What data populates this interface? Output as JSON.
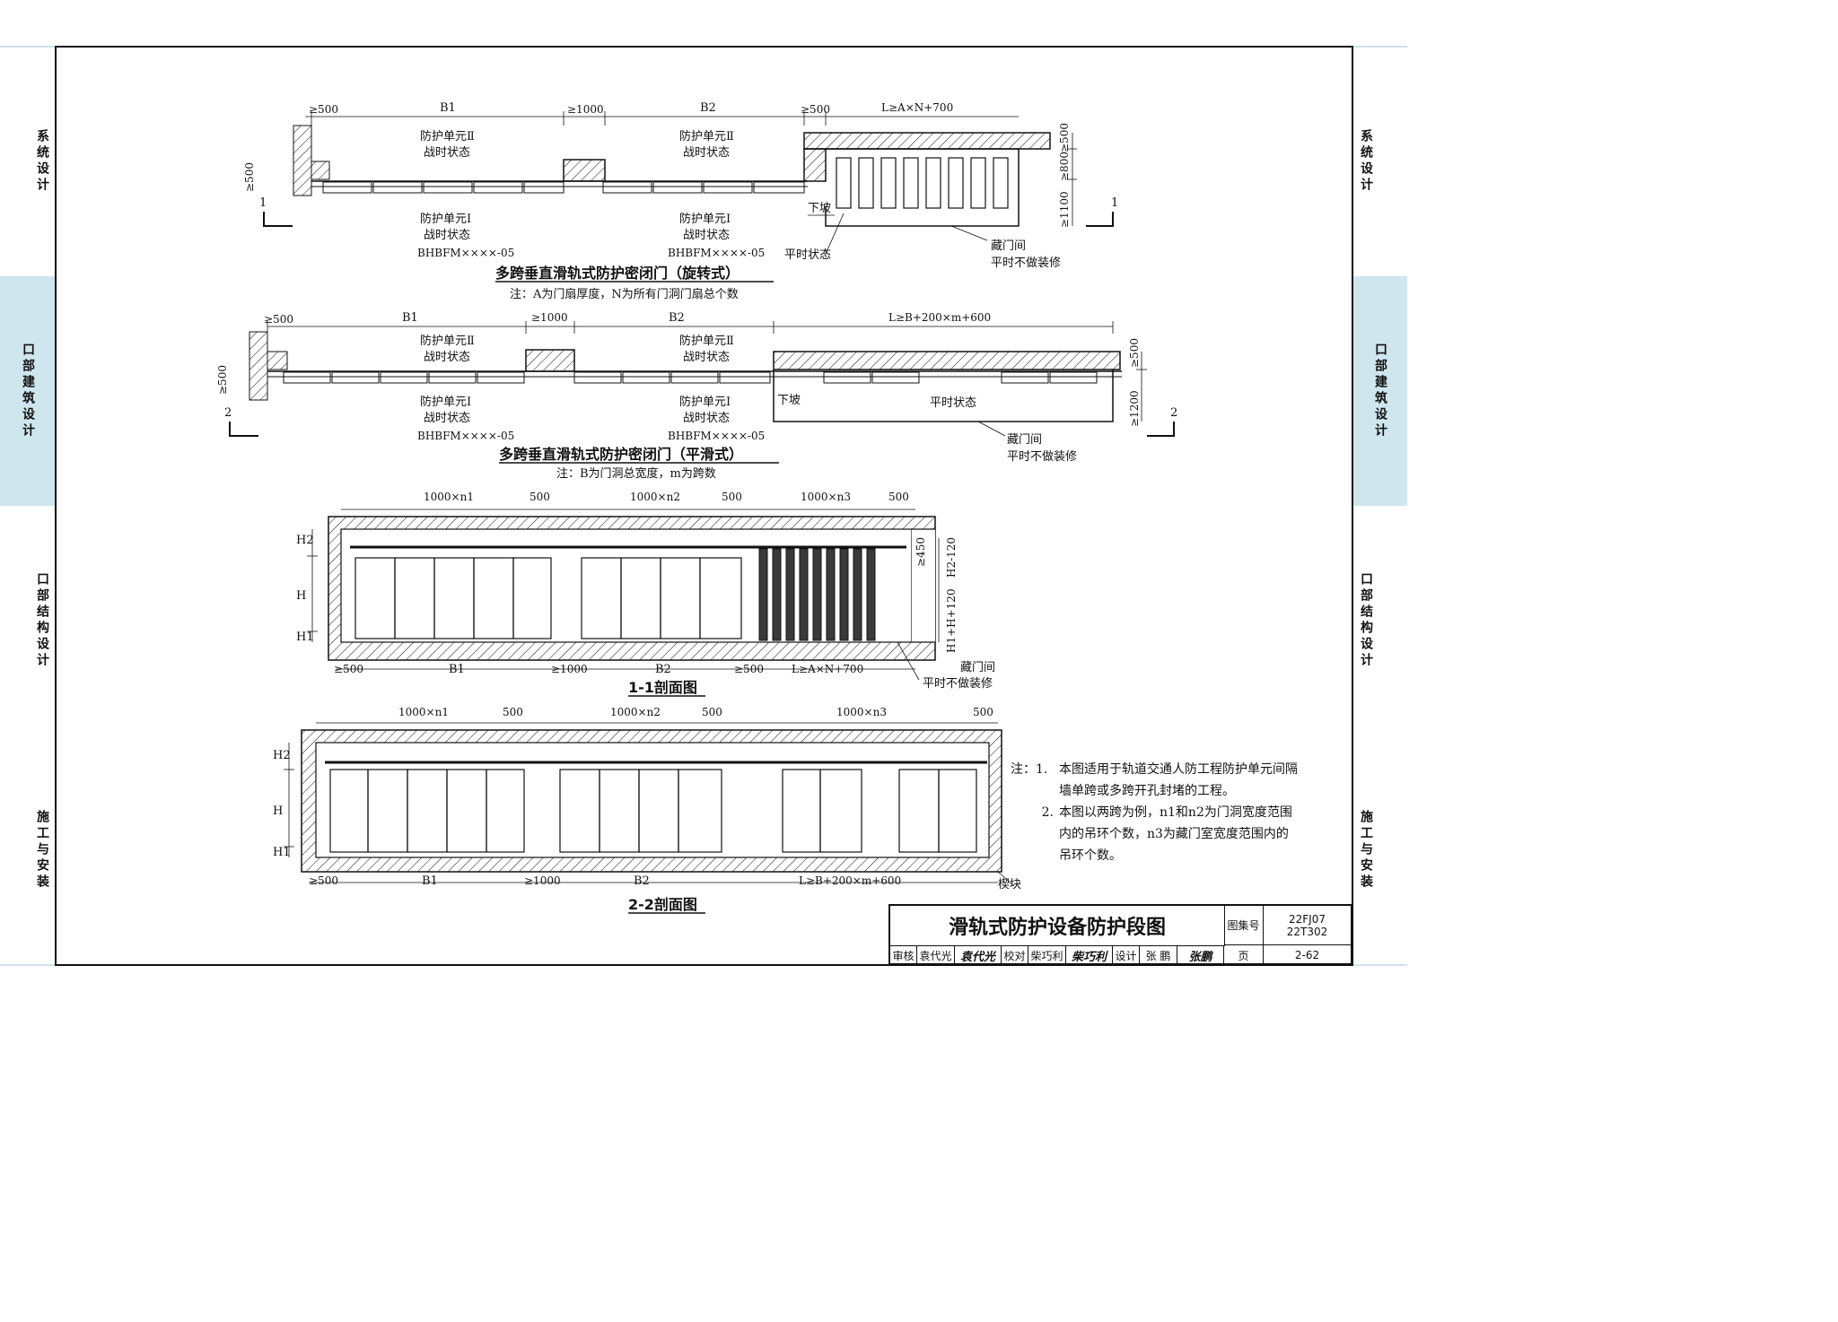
{
  "side_tabs": [
    "系统设计",
    "口部建筑设计",
    "口部结构设计",
    "施工与安装"
  ],
  "active_tab": 1,
  "plan1": {
    "dims": [
      "≥500",
      "B1",
      "≥1000",
      "B2",
      "≥500",
      "L≥A×N+700"
    ],
    "vdims": [
      "≥500",
      "≥500",
      "≥800",
      "≥1100"
    ],
    "unit2": "防护单元Ⅱ",
    "unit1": "防护单元Ⅰ",
    "war": "战时状态",
    "model": "BHBFM××××-05",
    "slope": "下坡",
    "peace": "平时状态",
    "hide_room": "藏门间",
    "no_decor": "平时不做装修",
    "cut": "1",
    "title": "多跨垂直滑轨式防护密闭门（旋转式）",
    "note": "注：A为门扇厚度，N为所有门洞门扇总个数"
  },
  "plan2": {
    "dims": [
      "≥500",
      "B1",
      "≥1000",
      "B2",
      "L≥B+200×m+600"
    ],
    "vdims": [
      "≥500",
      "≥500",
      "≥1200"
    ],
    "unit2": "防护单元Ⅱ",
    "unit1": "防护单元Ⅰ",
    "war": "战时状态",
    "model": "BHBFM××××-05",
    "slope": "下坡",
    "peace": "平时状态",
    "hide_room": "藏门间",
    "no_decor": "平时不做装修",
    "cut": "2",
    "title": "多跨垂直滑轨式防护密闭门（平滑式）",
    "note": "注：B为门洞总宽度，m为跨数"
  },
  "section1": {
    "top_dims": [
      "1000×n1",
      "500",
      "1000×n2",
      "500",
      "1000×n3",
      "500"
    ],
    "left_dims": [
      "H2",
      "H",
      "H1"
    ],
    "right_dims": [
      "≥450",
      "H2-120",
      "H1+H+120"
    ],
    "bottom_dims": [
      "≥500",
      "B1",
      "≥1000",
      "B2",
      "≥500",
      "L≥A×N+700"
    ],
    "hide_room": "藏门间",
    "no_decor": "平时不做装修",
    "title": "1-1剖面图"
  },
  "section2": {
    "top_dims": [
      "1000×n1",
      "500",
      "1000×n2",
      "500",
      "1000×n3",
      "500"
    ],
    "left_dims": [
      "H2",
      "H",
      "H1"
    ],
    "bottom_dims": [
      "≥500",
      "B1",
      "≥1000",
      "B2",
      "L≥B+200×m+600"
    ],
    "wedge": "楔块",
    "title": "2-2剖面图"
  },
  "notes": {
    "lead": "注：",
    "items": [
      {
        "num": "1.",
        "text": "本图适用于轨道交通人防工程防护单元间隔墙单跨或多跨开孔封堵的工程。"
      },
      {
        "num": "2.",
        "text": "本图以两跨为例，n1和n2为门洞宽度范围内的吊环个数，n3为藏门室宽度范围内的吊环个数。"
      }
    ]
  },
  "title_block": {
    "title": "滑轨式防护设备防护段图",
    "atlas_label": "图集号",
    "atlas_no_1": "22FJ07",
    "atlas_no_2": "22T302",
    "review_label": "审核",
    "reviewer": "袁代光",
    "reviewer_sig": "袁代光",
    "check_label": "校对",
    "checker": "柴巧利",
    "checker_sig": "柴巧利",
    "design_label": "设计",
    "designer": "张 鹏",
    "designer_sig": "张鹏",
    "page_label": "页",
    "page_no": "2-62"
  },
  "colors": {
    "tab_active": "#cfe6ee",
    "ink": "#111111",
    "door_dark": "#3a3a3a"
  }
}
